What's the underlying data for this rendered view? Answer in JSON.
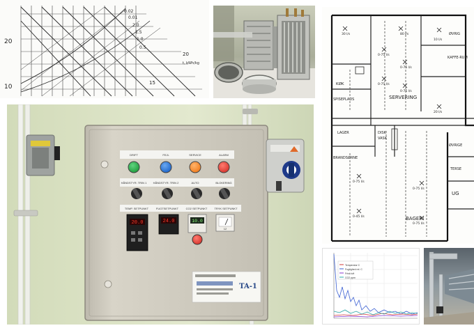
{
  "psychro": {
    "axis_labels": [
      "20",
      "10"
    ],
    "curve_labels": [
      "0.02",
      "0.01",
      "2.0",
      "1.5",
      "1.0",
      "0.5",
      "20",
      "15"
    ],
    "unit_label": "t, kWh/kg"
  },
  "floorplan": {
    "rooms": [
      "SERVERING",
      "BAGERI",
      "KØK",
      "LAGER",
      "ØVRIG",
      "VASK",
      "BRANDSØRNE",
      "KAFFE-RUM",
      "ØVRIGE",
      "DISK",
      "TERSE",
      "SPISEPLADS",
      "UG"
    ],
    "flows": [
      "30 l/s",
      "80 l/s",
      "0-75 l/s",
      "0-45 l/s",
      "0-75 l/s",
      "0-75 l/s",
      "0-75 l/s",
      "0-75 l/s",
      "0-75 l/s",
      "0-75 l/s",
      "10 l/s",
      "20 l/s"
    ]
  },
  "control_panel": {
    "lamp_labels": [
      "DRIFT",
      "FEJL",
      "SERVICE",
      "ALARM"
    ],
    "switch_labels": [
      "HÅNDSTYR. TRIN 1",
      "HÅNDSTYR. TRIN 2",
      "AUTO",
      "BLOKERING"
    ],
    "meter_labels": [
      "TEMP. SETPUNKT",
      "FUGTSETPUNKT",
      "CO2 SETPUNKT",
      "TRYK SETPUNKT"
    ],
    "display_values": [
      "20.0",
      "24.0",
      "10.0",
      "12"
    ],
    "plate_logo": "TA-1"
  },
  "chart": {
    "legend": [
      "Temperatur C",
      "Fugtighed rel. C",
      "Frisk luft",
      "CO2 ppm"
    ],
    "colors": {
      "red": "#d23a3a",
      "blue": "#3a5fd2",
      "purple": "#8a3ad2",
      "teal": "#2aa8a8"
    }
  },
  "colors": {
    "green_lamp": "#1d9a3a",
    "blue_lamp": "#1a63c9",
    "orange_lamp": "#f07a1a",
    "red_lamp": "#d4322a",
    "cabinet": "#cfcbbf",
    "wall": "#dfe6c9"
  }
}
